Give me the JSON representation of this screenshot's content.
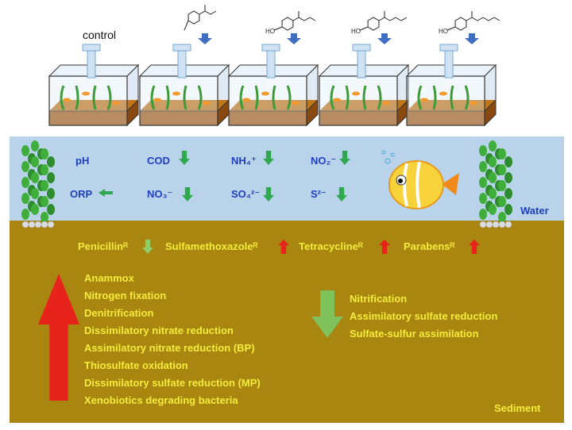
{
  "top": {
    "control_label": "control",
    "molecule_labels": [
      "HO",
      "HO",
      "HO"
    ]
  },
  "water": {
    "indicators": [
      {
        "label": "pH",
        "trend": "none"
      },
      {
        "label": "COD",
        "trend": "down"
      },
      {
        "label": "NH₄⁺",
        "trend": "down"
      },
      {
        "label": "NO₂⁻",
        "trend": "down"
      },
      {
        "label": "ORP",
        "trend": "flat"
      },
      {
        "label": "NO₃⁻",
        "trend": "down"
      },
      {
        "label": "SO₄²⁻",
        "trend": "down"
      },
      {
        "label": "S²⁻",
        "trend": "down"
      }
    ],
    "label": "Water"
  },
  "resistance": [
    {
      "label": "Penicillinᴿ",
      "trend": "down"
    },
    {
      "label": "Sulfamethoxazoleᴿ",
      "trend": "up"
    },
    {
      "label": "Tetracyclineᴿ",
      "trend": "up"
    },
    {
      "label": "Parabensᴿ",
      "trend": "up"
    }
  ],
  "sediment": {
    "increased": [
      "Anammox",
      "Nitrogen fixation",
      "Denitrification",
      "Dissimilatory nitrate reduction",
      "Assimilatory nitrate reduction (BP)",
      "Thiosulfate oxidation",
      "Dissimilatory sulfate reduction (MP)",
      "Xenobiotics degrading bacteria"
    ],
    "decreased": [
      "Nitrification",
      "Assimilatory sulfate reduction",
      "Sulfate-sulfur assimilation"
    ],
    "label": "Sediment"
  },
  "colors": {
    "water": "#b9d4ea",
    "sediment": "#a9860f",
    "water_text": "#1f3fbf",
    "sediment_text": "#f5ec3a",
    "up_arrow": "#e8231b",
    "down_arrow": "#2fa84f",
    "dosing_arrow": "#3f6fc4"
  }
}
